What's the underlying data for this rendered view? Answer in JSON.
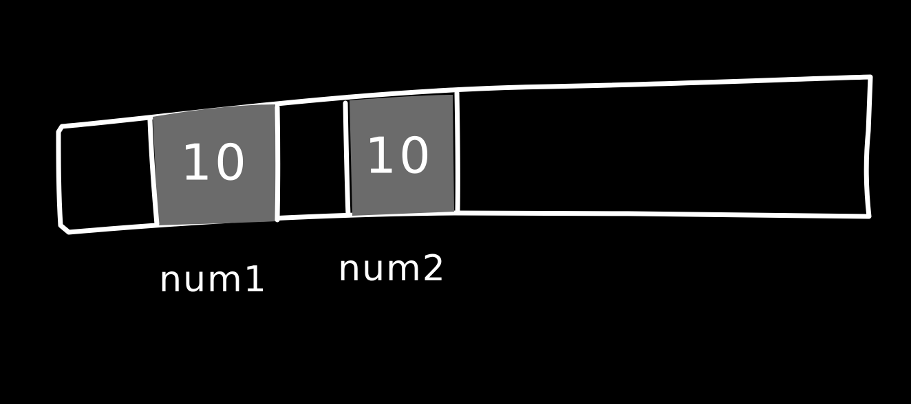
{
  "colors": {
    "background": "#000000",
    "stroke": "#ffffff",
    "cell_fill": "#6b6b6b"
  },
  "cells": [
    {
      "value": "10",
      "label": "num1"
    },
    {
      "value": "10",
      "label": "num2"
    }
  ]
}
